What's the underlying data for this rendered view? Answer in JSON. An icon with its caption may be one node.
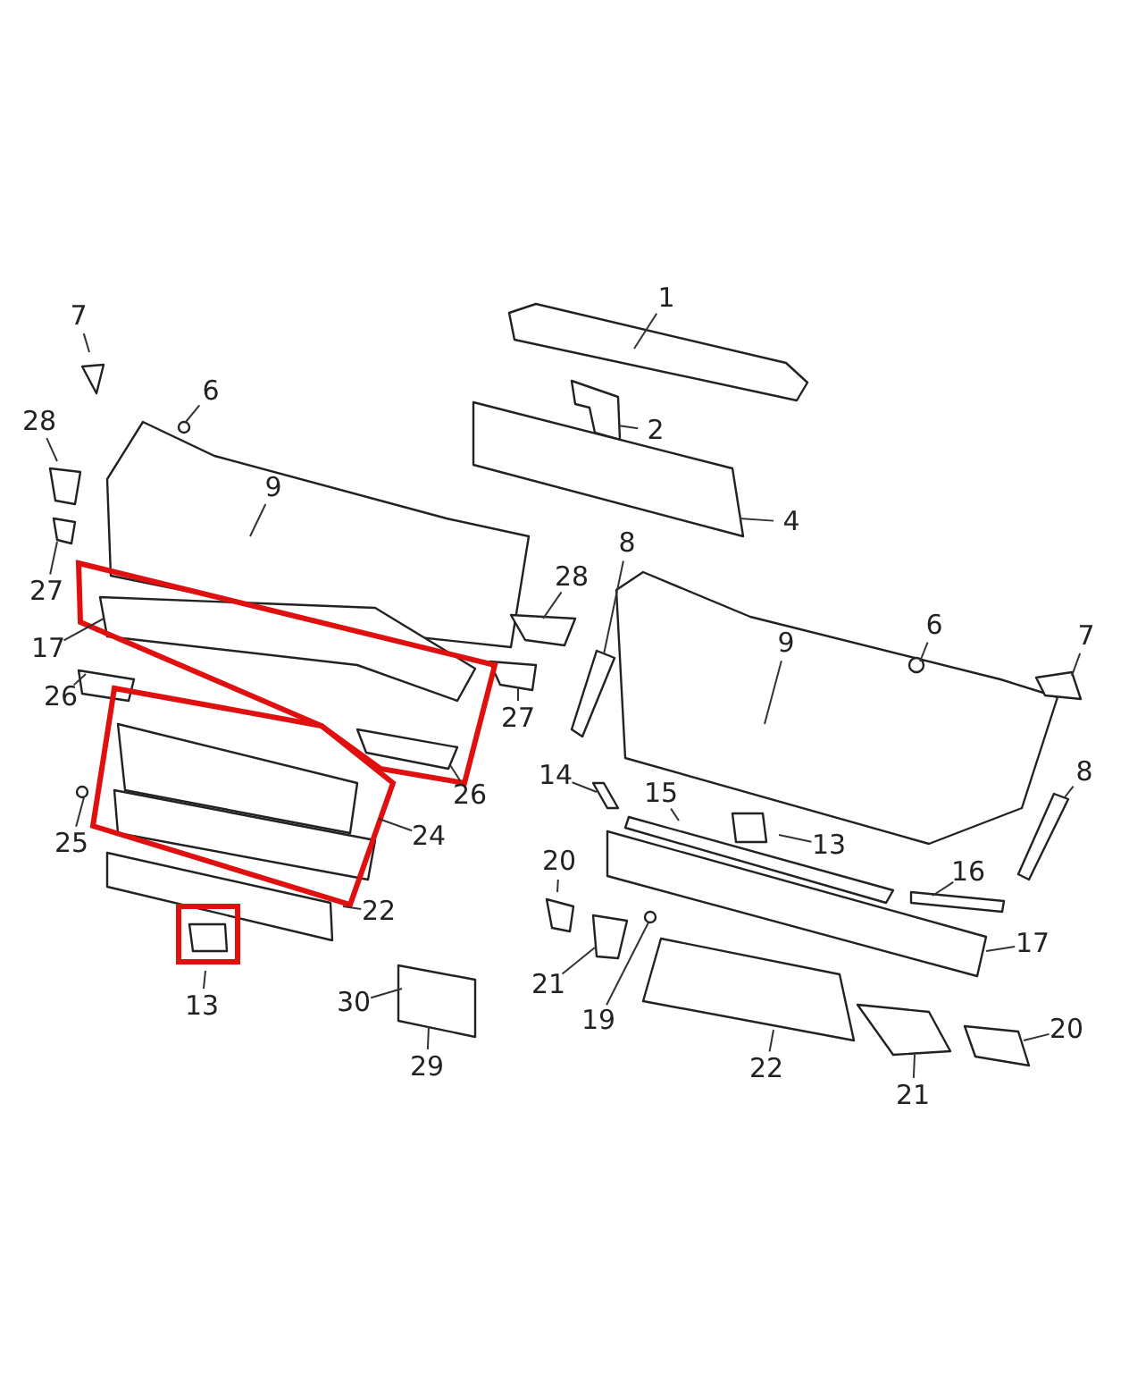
{
  "diagram": {
    "nodes": [
      {
        "text": [
          "1"
        ]
      },
      {
        "text": [
          "7"
        ]
      },
      {
        "text": [
          "6"
        ]
      },
      {
        "text": [
          "28"
        ]
      },
      {
        "text": [
          "2"
        ]
      },
      {
        "text": [
          "9"
        ]
      },
      {
        "text": [
          "4"
        ]
      },
      {
        "text": [
          "8"
        ]
      },
      {
        "text": [
          "28"
        ]
      },
      {
        "text": [
          "27"
        ]
      },
      {
        "text": [
          "6"
        ]
      },
      {
        "text": [
          "9"
        ]
      },
      {
        "text": [
          "17"
        ]
      },
      {
        "text": [
          "7"
        ]
      },
      {
        "text": [
          "26"
        ]
      },
      {
        "text": [
          "27"
        ]
      },
      {
        "text": [
          "26"
        ]
      },
      {
        "text": [
          "8"
        ]
      },
      {
        "text": [
          "14"
        ]
      },
      {
        "text": [
          "15"
        ]
      },
      {
        "text": [
          "13"
        ]
      },
      {
        "text": [
          "25"
        ]
      },
      {
        "text": [
          "24"
        ]
      },
      {
        "text": [
          "20"
        ]
      },
      {
        "text": [
          "16"
        ]
      },
      {
        "text": [
          "22"
        ]
      },
      {
        "text": [
          "17"
        ]
      },
      {
        "text": [
          "21"
        ]
      },
      {
        "text": [
          "13"
        ]
      },
      {
        "text": [
          "30"
        ]
      },
      {
        "text": [
          "19"
        ]
      },
      {
        "text": [
          "20"
        ]
      },
      {
        "text": [
          "22"
        ]
      },
      {
        "text": [
          "21"
        ]
      },
      {
        "text": [
          "29"
        ]
      }
    ],
    "edges": [
      {
        "from": 0,
        "to": null,
        "arrow": "none"
      },
      {
        "from": 1,
        "to": null,
        "arrow": "none"
      },
      {
        "from": 2,
        "to": null,
        "arrow": "none"
      },
      {
        "from": 3,
        "to": null,
        "arrow": "none"
      },
      {
        "from": 4,
        "to": null,
        "arrow": "none"
      },
      {
        "from": 5,
        "to": null,
        "arrow": "none"
      },
      {
        "from": 6,
        "to": null,
        "arrow": "none"
      },
      {
        "from": 7,
        "to": null,
        "arrow": "none"
      },
      {
        "from": 8,
        "to": null,
        "arrow": "none"
      },
      {
        "from": 9,
        "to": null,
        "arrow": "none"
      },
      {
        "from": 10,
        "to": null,
        "arrow": "none"
      },
      {
        "from": 11,
        "to": null,
        "arrow": "none"
      },
      {
        "from": 12,
        "to": null,
        "arrow": "none"
      },
      {
        "from": 13,
        "to": null,
        "arrow": "none"
      },
      {
        "from": 14,
        "to": null,
        "arrow": "none"
      },
      {
        "from": 15,
        "to": null,
        "arrow": "none"
      },
      {
        "from": 16,
        "to": null,
        "arrow": "none"
      },
      {
        "from": 17,
        "to": null,
        "arrow": "none"
      },
      {
        "from": 18,
        "to": null,
        "arrow": "none"
      },
      {
        "from": 19,
        "to": null,
        "arrow": "none"
      },
      {
        "from": 20,
        "to": null,
        "arrow": "none"
      },
      {
        "from": 21,
        "to": null,
        "arrow": "none"
      },
      {
        "from": 22,
        "to": null,
        "arrow": "none"
      },
      {
        "from": 23,
        "to": null,
        "arrow": "none"
      },
      {
        "from": 24,
        "to": null,
        "arrow": "none"
      },
      {
        "from": 25,
        "to": null,
        "arrow": "none"
      },
      {
        "from": 26,
        "to": null,
        "arrow": "none"
      },
      {
        "from": 27,
        "to": null,
        "arrow": "none"
      },
      {
        "from": 28,
        "to": null,
        "arrow": "none"
      },
      {
        "from": 29,
        "to": null,
        "arrow": "none"
      },
      {
        "from": 30,
        "to": null,
        "arrow": "none"
      },
      {
        "from": 31,
        "to": null,
        "arrow": "none"
      },
      {
        "from": 32,
        "to": null,
        "arrow": "none"
      },
      {
        "from": 33,
        "to": null,
        "arrow": "none"
      },
      {
        "from": 34,
        "to": null,
        "arrow": "none"
      }
    ]
  }
}
